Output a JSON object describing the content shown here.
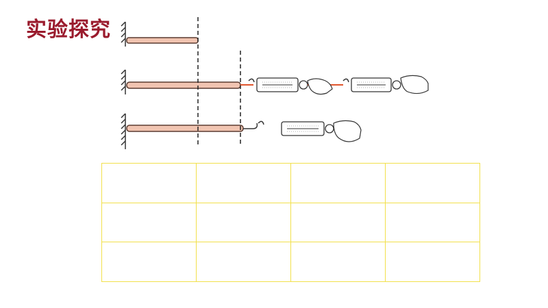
{
  "slide": {
    "title": "实验探究"
  },
  "colors": {
    "title": "#9a1b2d",
    "rod_fill": "#f1c4b1",
    "rod_stroke": "#5a3b31",
    "spring_line": "#e0542c",
    "table_border": "#f2e04a"
  },
  "figure": {
    "description_icons": [
      "wall-hatch-icon",
      "spring-scale-icon",
      "hand-icon",
      "dashed-marker-line"
    ]
  },
  "table": {
    "rows": 3,
    "cols": 4,
    "cells": [
      [
        "",
        "",
        "",
        ""
      ],
      [
        "",
        "",
        "",
        ""
      ],
      [
        "",
        "",
        "",
        ""
      ]
    ]
  }
}
